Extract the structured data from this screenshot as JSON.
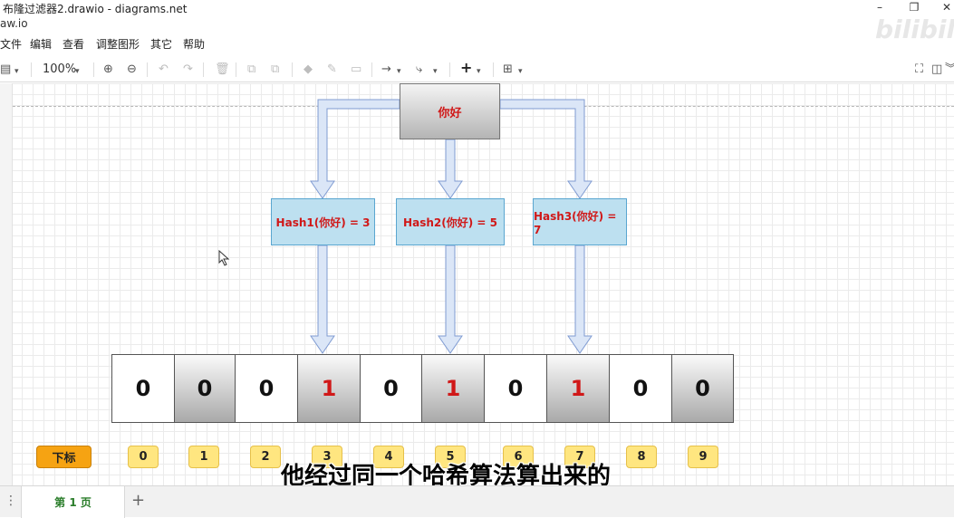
{
  "window": {
    "title": "布隆过滤器2.drawio - diagrams.net",
    "url": "aw.io",
    "minimize": "–",
    "restore": "❐",
    "close": "✕",
    "watermark": "bilibili"
  },
  "menu": [
    "文件",
    "编辑",
    "查看",
    "调整图形",
    "其它",
    "帮助"
  ],
  "toolbar": {
    "zoom": "100%",
    "page_view_icon": "▤",
    "zoom_in": "⊕",
    "zoom_out": "⊖",
    "undo": "↶",
    "redo": "↷",
    "delete": "🗑",
    "to_front": "⧉",
    "to_back": "⧉",
    "fill": "◆",
    "line_color": "✎",
    "shadow": "▭",
    "connection": "→",
    "waypoint": "⤷",
    "insert": "+",
    "table": "⊞",
    "fullscreen": "⛶",
    "format_panel": "◫",
    "collapse": "︾"
  },
  "diagram": {
    "source": "你好",
    "hashes": [
      "Hash1(你好) = 3",
      "Hash2(你好) = 5",
      "Hash3(你好) = 7"
    ],
    "bits": [
      "0",
      "0",
      "0",
      "1",
      "0",
      "1",
      "0",
      "1",
      "0",
      "0"
    ],
    "index_label": "下标",
    "indices": [
      "0",
      "1",
      "2",
      "3",
      "4",
      "5",
      "6",
      "7",
      "8",
      "9"
    ]
  },
  "subtitle": "他经过同一个哈希算法算出来的",
  "pages": {
    "tab": "第 1 页",
    "add": "+",
    "menu": "⋮"
  }
}
